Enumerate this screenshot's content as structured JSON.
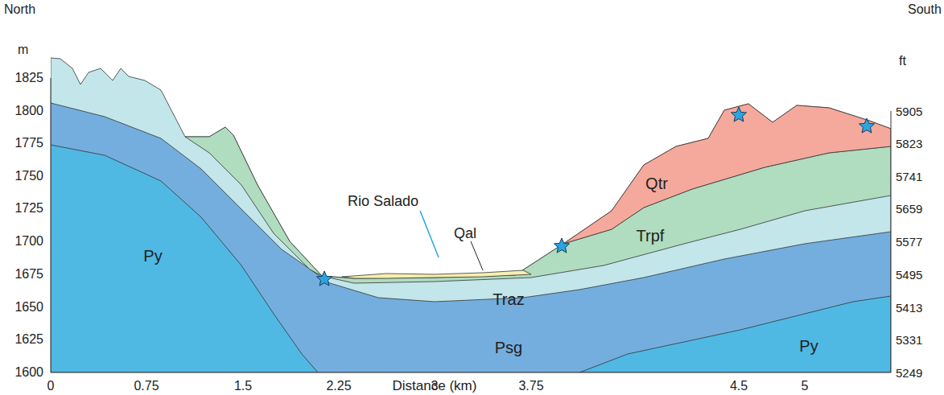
{
  "diagram": {
    "labels": [
      "North",
      "South",
      "m",
      "ft",
      "1825",
      "1800",
      "1775",
      "1750",
      "1725",
      "1700",
      "1675",
      "1650",
      "1625",
      "1600",
      "5905",
      "5823",
      "5741",
      "5659",
      "5577",
      "5495",
      "5413",
      "5331",
      "5249",
      "0",
      "0.75",
      "1.5",
      "2.25",
      "3",
      "3.75",
      "4.5",
      "5",
      "Distance (km)",
      "Py",
      "Psg",
      "Traz",
      "Trpf",
      "Qtr",
      "Qal",
      "Rio Salado",
      "Py"
    ]
  }
}
